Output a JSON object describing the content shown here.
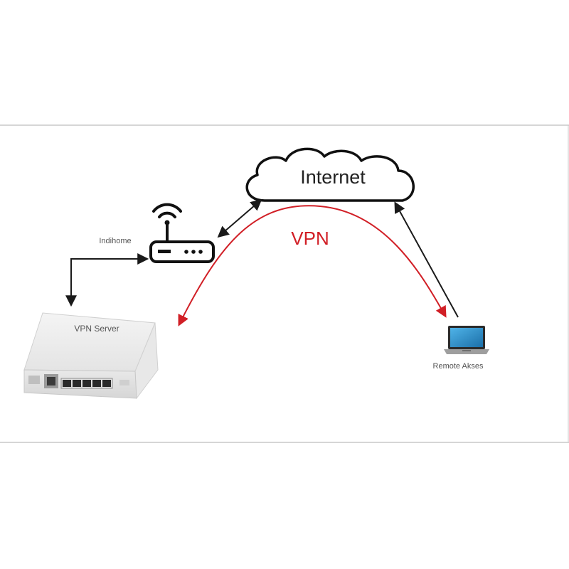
{
  "labels": {
    "internet": "Internet",
    "vpn": "VPN",
    "router": "Indihome",
    "server": "VPN Server",
    "client": "Remote Akses"
  },
  "colors": {
    "vpn_link": "#d11f26",
    "line": "#1a1a1a",
    "frame": "#c8c8c8"
  },
  "icons": {
    "cloud": "cloud-icon",
    "router": "wifi-router-icon",
    "server": "mikrotik-router-device",
    "client": "laptop-icon"
  }
}
